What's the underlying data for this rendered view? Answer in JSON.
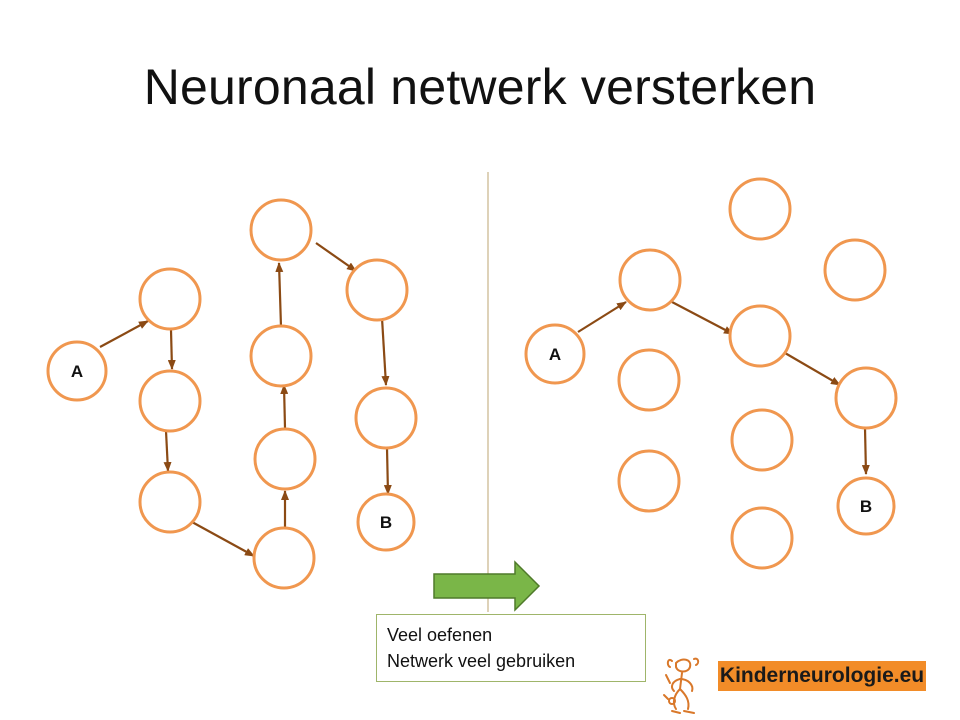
{
  "title": "Neuronaal netwerk versterken",
  "colors": {
    "node_stroke": "#f0974f",
    "arrow": "#8b4a14",
    "divider": "#c9b48a",
    "big_arrow_fill": "#7ab648",
    "big_arrow_stroke": "#4f7a2a",
    "logo_bg": "#f28c28"
  },
  "left_network": {
    "start_label": "A",
    "end_label": "B"
  },
  "right_network": {
    "start_label": "A",
    "end_label": "B"
  },
  "note": {
    "line1": "Veel oefenen",
    "line2": "Netwerk veel gebruiken"
  },
  "logo": {
    "text": "Kinderneurologie.eu",
    "icon": "child-figure-icon"
  },
  "transition_icon": "right-arrow-icon"
}
